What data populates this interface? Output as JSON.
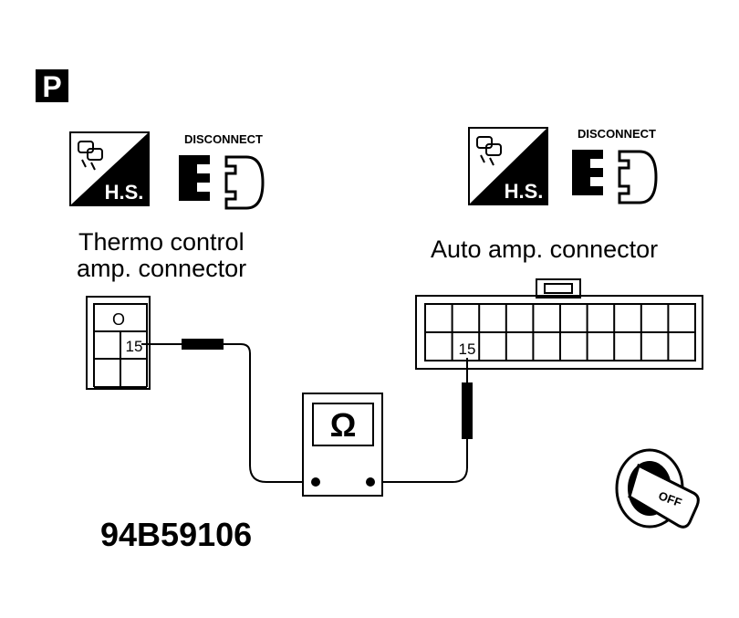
{
  "badge": {
    "letter": "P"
  },
  "left_symbols": {
    "hs_label": "H.S.",
    "disconnect_label": "DISCONNECT"
  },
  "right_symbols": {
    "hs_label": "H.S.",
    "disconnect_label": "DISCONNECT"
  },
  "thermo_connector": {
    "label_line1": "Thermo control",
    "label_line2": "amp. connector",
    "top_cell": "O",
    "pin": "15"
  },
  "auto_connector": {
    "label": "Auto amp. connector",
    "pin": "15"
  },
  "meter": {
    "symbol": "Ω"
  },
  "ignition": {
    "key_label": "OFF"
  },
  "figure_id": "94B59106"
}
